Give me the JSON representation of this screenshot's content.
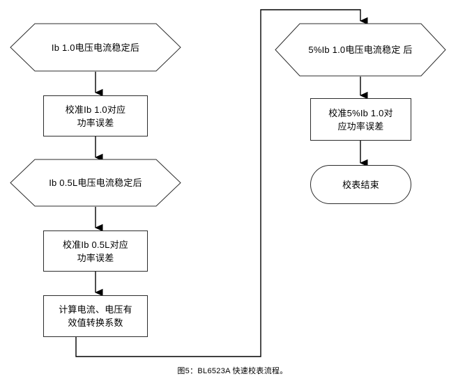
{
  "figure": {
    "caption": "图5：BL6523A 快速校表流程。",
    "stroke_color": "#2b2b2b",
    "edge_color": "#000000",
    "background": "#ffffff",
    "text_color": "#000000"
  },
  "nodes": {
    "left": [
      {
        "id": "ib10-stable",
        "shape": "hexagon",
        "label": "Ib 1.0电压电流稳定后"
      },
      {
        "id": "calib-ib10",
        "shape": "process",
        "label": "校准Ib 1.0对应\n功率误差"
      },
      {
        "id": "ib05l-stable",
        "shape": "hexagon",
        "label": "Ib 0.5L电压电流稳定后"
      },
      {
        "id": "calib-ib05l",
        "shape": "process",
        "label": "校准Ib 0.5L对应\n功率误差"
      },
      {
        "id": "calc-rms",
        "shape": "process",
        "label": "计算电流、电压有\n效值转换系数"
      }
    ],
    "right": [
      {
        "id": "ib5pct-stable",
        "shape": "hexagon",
        "label": "5%Ib 1.0电压电流稳定\n后"
      },
      {
        "id": "calib-ib5pct",
        "shape": "process",
        "label": "校准5%Ib 1.0对\n应功率误差"
      },
      {
        "id": "end",
        "shape": "terminator",
        "label": "校表结束"
      }
    ]
  }
}
